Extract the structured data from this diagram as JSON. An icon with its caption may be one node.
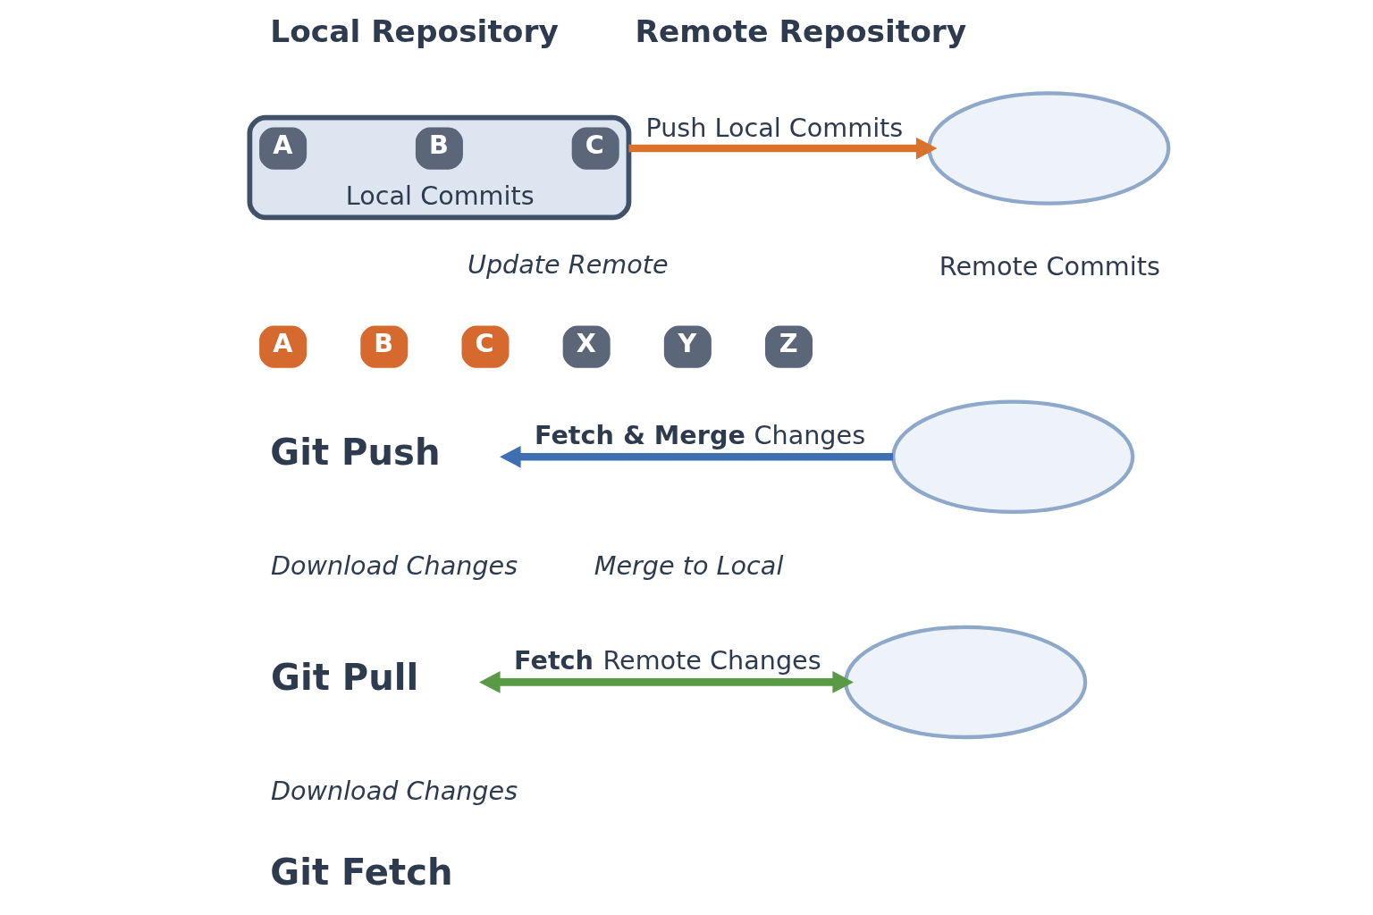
{
  "diagram": {
    "nodes": [
      {
        "text": [],
        "shape": "picture",
        "beside": [
          "Local Commits"
        ]
      },
      {
        "text": [
          "A"
        ],
        "in": 0
      },
      {
        "text": [
          "B"
        ],
        "in": 0
      },
      {
        "text": [
          "C"
        ],
        "in": 0
      },
      {
        "text": [],
        "shape": "cloud",
        "beside": [
          "Remote Commits"
        ]
      },
      {
        "text": [
          "A"
        ]
      },
      {
        "text": [
          "B"
        ]
      },
      {
        "text": [
          "C"
        ]
      },
      {
        "text": [
          "X"
        ]
      },
      {
        "text": [
          "Y"
        ]
      },
      {
        "text": [
          "Z"
        ]
      },
      {
        "text": [],
        "shape": "cloud"
      },
      {
        "text": [],
        "shape": "cloud"
      }
    ],
    "edges": [
      {
        "from": 0,
        "to": 4,
        "arrow": "to",
        "label": "Push Local Commits",
        "color": "#d9732b"
      },
      {
        "from": 11,
        "to": null,
        "arrow": "to",
        "label": "**Fetch & Merge** Changes",
        "color": "#3f6fb0"
      },
      {
        "from": null,
        "to": 12,
        "arrow": "both",
        "label": "**Fetch** Remote Changes",
        "color": "#5a9a44"
      }
    ],
    "labels": [
      "Local Repository",
      "Remote Repository",
      "Update Remote",
      "Git Push",
      "Download Changes",
      "Merge to Local",
      "Git Pull",
      "Download Changes",
      "Git Fetch"
    ]
  }
}
